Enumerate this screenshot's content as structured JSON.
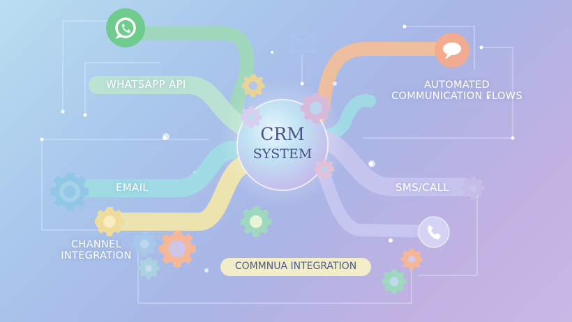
{
  "hub": {
    "line1": "CRM",
    "line2": "SYSTEM"
  },
  "labels": {
    "whatsapp_api": "WHATSAPP API",
    "automated_line1": "AUTOMATED",
    "automated_line2": "COMMUNICATION FLOWS",
    "email": "EMAIL",
    "sms_call": "SMS/CALL",
    "channel_line1": "CHANNEL",
    "channel_line2": "INTEGRATION",
    "commnua_integration": "COMMNUA INTEGRATION"
  },
  "colors": {
    "whatsapp_branch": "#9fd9b8",
    "automation_branch": "#f5bf96",
    "email_branch": "#9fdde3",
    "channel_branch": "#f3e6a8",
    "sms_branch": "#c8c5ee",
    "hub": "#b9dff0",
    "whatsapp_icon": "#5cc17b",
    "chat_icon": "#f2a98a",
    "phone_icon": "#c9c9f2"
  },
  "icons": [
    "whatsapp-icon",
    "envelope-icon",
    "chat-bubble-icon",
    "phone-icon",
    "gear-icon"
  ]
}
